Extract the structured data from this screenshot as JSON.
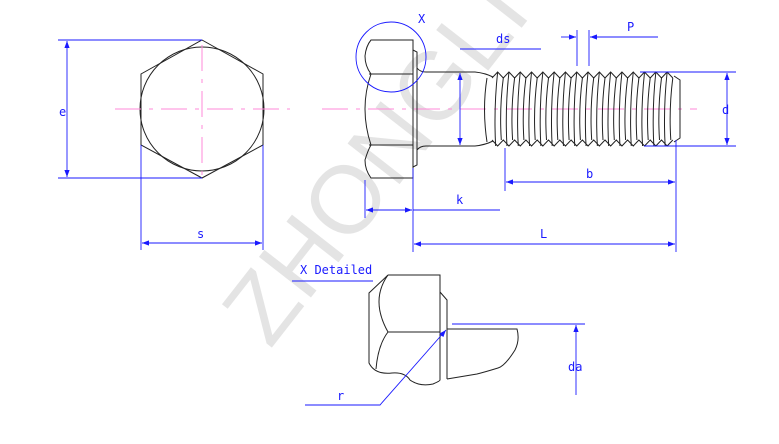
{
  "watermark": "ZHONGLI",
  "labels": {
    "e": "e",
    "s": "s",
    "X": "X",
    "ds": "ds",
    "P": "P",
    "d": "d",
    "b": "b",
    "k": "k",
    "L": "L",
    "detail_title": "X Detailed",
    "r": "r",
    "da": "da"
  },
  "colors": {
    "outline": "#222222",
    "dimension": "#1a1aff",
    "centerline": "#ff88d8"
  }
}
